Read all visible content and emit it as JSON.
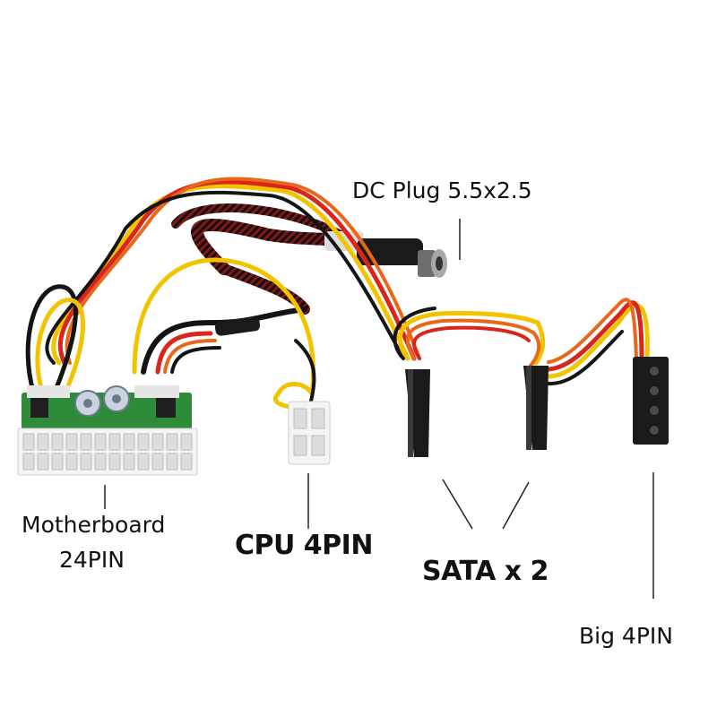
{
  "labels": {
    "dc_plug": "DC Plug 5.5x2.5",
    "motherboard_line1": "Motherboard",
    "motherboard_line2": "24PIN",
    "cpu": "CPU 4PIN",
    "sata": "SATA x 2",
    "big4pin": "Big 4PIN"
  },
  "colors": {
    "wire_yellow": "#f2c400",
    "wire_red": "#d8261c",
    "wire_orange": "#e8671a",
    "wire_black": "#141414",
    "sleeve_red": "#7a1a1a",
    "pcb_green": "#2e8b3a",
    "connector_white": "#f4f4f4",
    "connector_black": "#1a1a1a"
  }
}
